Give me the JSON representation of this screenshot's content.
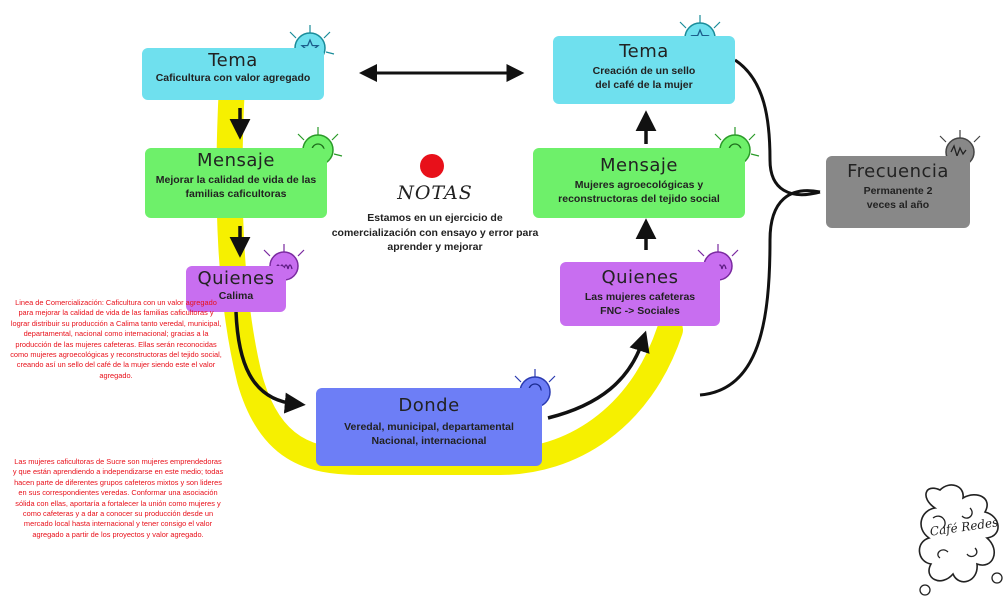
{
  "colors": {
    "tema": "#6fe0ee",
    "mensaje": "#6ef06a",
    "quienes": "#c86ef0",
    "donde": "#6d7ef6",
    "frecuencia": "#888888",
    "highlight_path": "#f6f000",
    "notes_dot": "#e8101a",
    "red_text": "#e8101a"
  },
  "left_column": {
    "tema": {
      "title": "Tema",
      "text": "Caficultura con valor agregado",
      "icon": "star-badge-icon"
    },
    "mensaje": {
      "title": "Mensaje",
      "text": "Mejorar la calidad de vida de las familias caficultoras",
      "icon": "speech-bubble-icon"
    },
    "quienes": {
      "title": "Quienes",
      "text": "Calima",
      "icon": "people-icon"
    }
  },
  "donde": {
    "title": "Donde",
    "text": "Veredal, municipal, departamental Nacional, internacional",
    "icon": "location-icon"
  },
  "right_column": {
    "tema": {
      "title": "Tema",
      "text": "Creación de un sello del café de la mujer",
      "icon": "star-badge-icon"
    },
    "mensaje": {
      "title": "Mensaje",
      "text": "Mujeres agroecológicas y reconstructoras del tejido social",
      "icon": "speech-bubble-icon"
    },
    "quienes": {
      "title": "Quienes",
      "text": "Las mujeres cafeteras FNC -> Sociales",
      "icon": "people-icon"
    }
  },
  "frecuencia": {
    "title": "Frecuencia",
    "text": "Permanente 2 veces al año",
    "icon": "waveform-icon"
  },
  "notes": {
    "title": "NOTAS",
    "text": "Estamos en un ejercicio de comercialización con ensayo y error para aprender y mejorar"
  },
  "red_notes": {
    "paragraph_1": "Linea de Comercialización: Caficultura con un valor agregado para mejorar la calidad de vida de las familias caficultoras y lograr distribuir su producción a Calima tanto veredal, municipal, departamental, nacional como internacional; gracias a la producción de las mujeres cafeteras. Ellas serán reconocidas como mujeres agroecológicas y reconstructoras del tejido social, creando así un sello del café de la mujer siendo este el valor agregado.",
    "paragraph_2": "Las mujeres caficultoras de Sucre son mujeres emprendedoras y que están aprendiendo a independizarse en este medio; todas hacen parte de diferentes grupos cafeteros mixtos y son lideres en sus correspondientes veredas. Conformar una asociación sólida con ellas, aportaría a fortalecer la unión como mujeres y como cafeteras y a dar a conocer su producción desde un mercado local hasta internacional y tener consigo el valor agregado a partir de los proyectos y valor agregado."
  },
  "logo": {
    "text": "Café Redes",
    "icon": "scribble-logo-icon"
  }
}
